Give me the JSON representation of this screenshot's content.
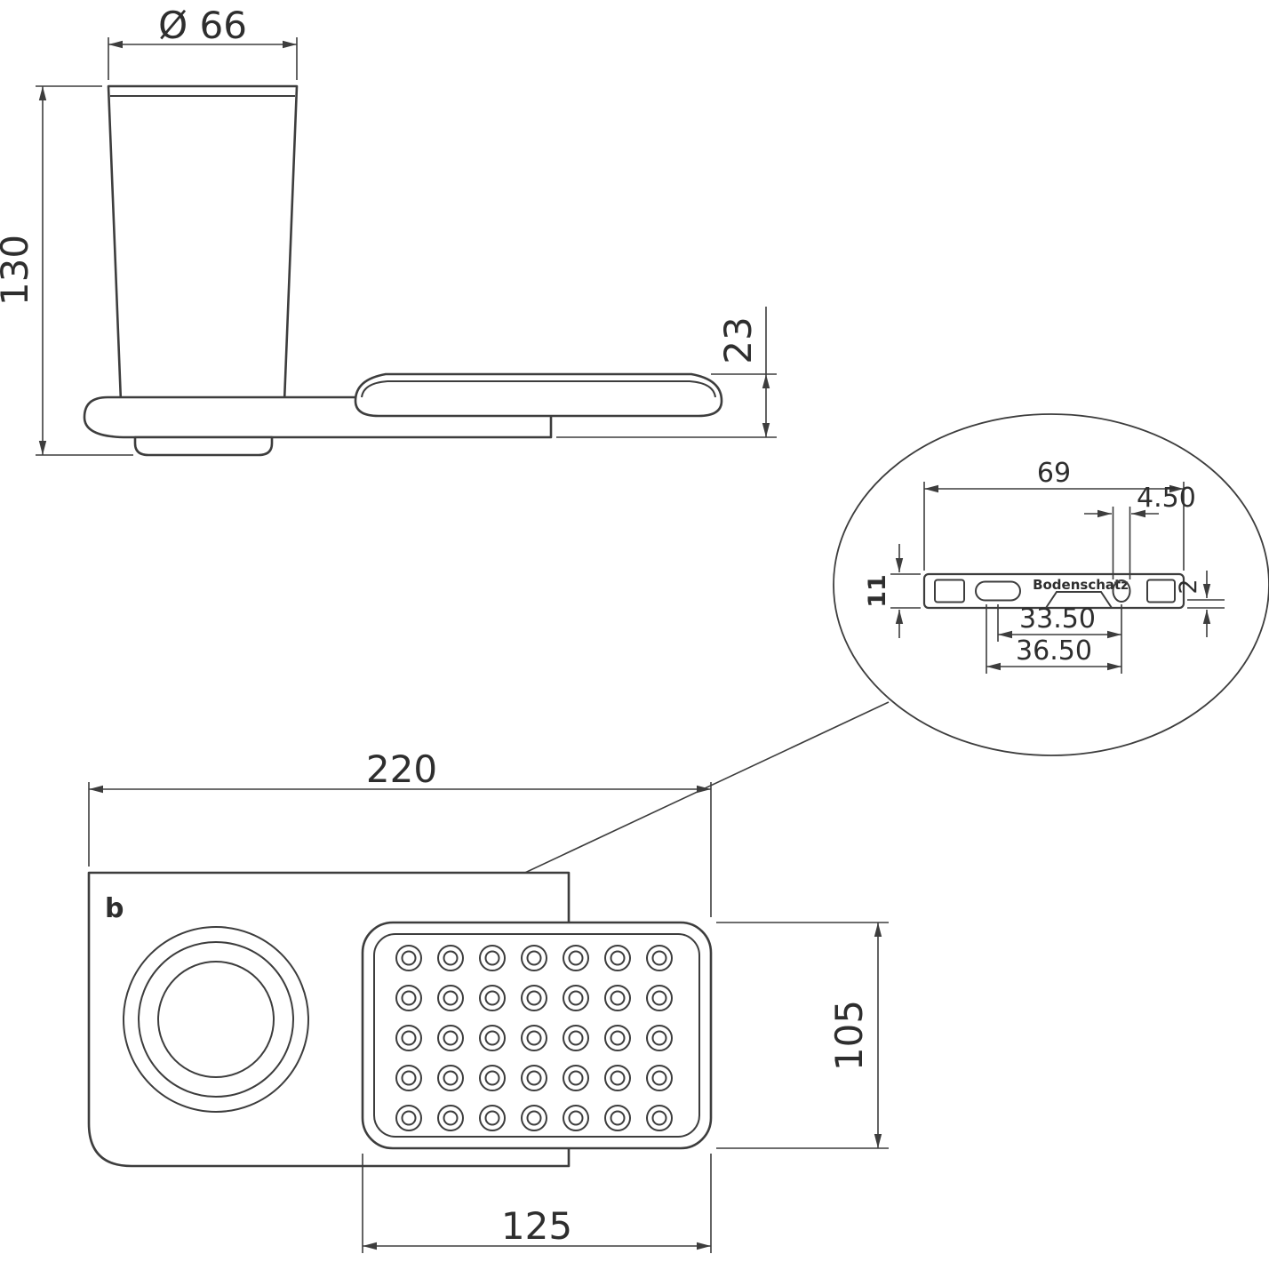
{
  "colors": {
    "line": "#3d3d3d",
    "text": "#2e2e2e",
    "background": "#ffffff"
  },
  "side_view": {
    "dim_cup_diameter": "Ø 66",
    "dim_total_height": "130",
    "dim_dish_drop": "23"
  },
  "detail_view": {
    "dim_bracket_length": "69",
    "dim_slot_width": "4.50",
    "dim_bracket_height": "11",
    "dim_plate_thickness": "2",
    "dim_hole_distance_inner": "33.50",
    "dim_hole_distance_outer": "36.50",
    "brand_label": "Bodenschatz"
  },
  "plan_view": {
    "dim_overall_width": "220",
    "dim_dish_depth": "105",
    "dim_dish_width": "125",
    "logo_mark": "b"
  }
}
